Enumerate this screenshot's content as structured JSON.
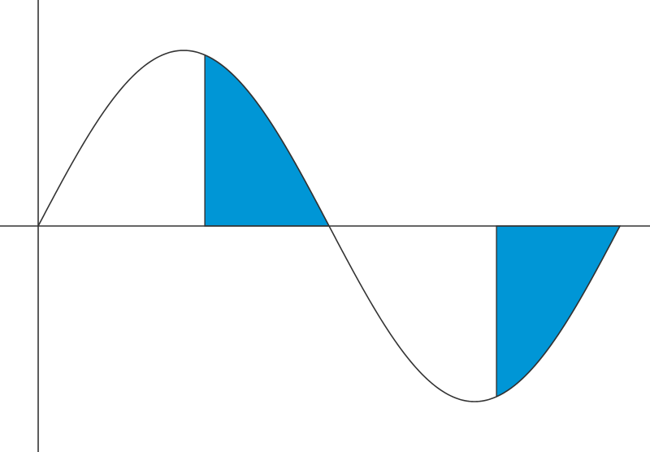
{
  "chart_data": {
    "type": "area",
    "function": "sine",
    "x_domain": [
      0,
      6.2832
    ],
    "y_range": [
      -1,
      1
    ],
    "shaded_regions": [
      {
        "x_start": 1.8,
        "x_end": 3.1416
      },
      {
        "x_start": 4.95,
        "x_end": 6.2832
      }
    ],
    "grid": false,
    "legend": "none"
  },
  "colors": {
    "background": "#ffffff",
    "curve": "#333333",
    "axes": "#333333",
    "fill": "#0096d6"
  }
}
